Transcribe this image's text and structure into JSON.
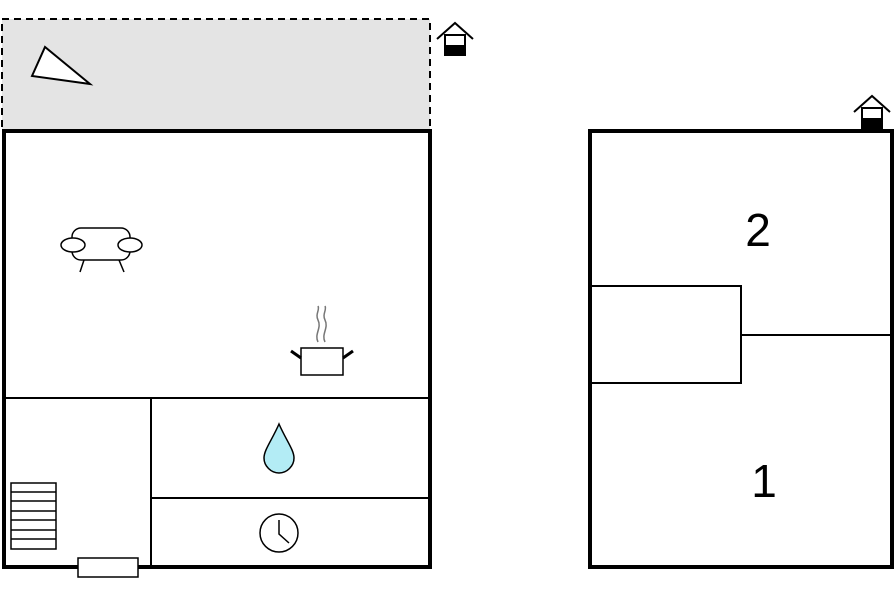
{
  "floor_plan": {
    "ground_floor": {
      "terrace": {
        "icon": "sun-triangle-icon"
      },
      "entrance_marker": {
        "icon": "house-entrance-icon"
      },
      "living_room": {
        "icon": "sofa-icon"
      },
      "kitchen": {
        "icon": "cooking-pot-icon"
      },
      "bathroom": {
        "icon": "water-drop-icon",
        "color": "#b3ecf5"
      },
      "utility_room": {
        "icon": "clock-icon"
      },
      "hall": {
        "icon": "staircase-icon"
      },
      "door": {
        "icon": "door-mat"
      }
    },
    "upper_floor": {
      "entrance_marker": {
        "icon": "house-entrance-icon"
      },
      "room_2": {
        "label": "2"
      },
      "room_1": {
        "label": "1"
      }
    }
  },
  "colors": {
    "terrace_fill": "#e4e4e4",
    "wall": "#000000",
    "water": "#b3ecf5"
  }
}
